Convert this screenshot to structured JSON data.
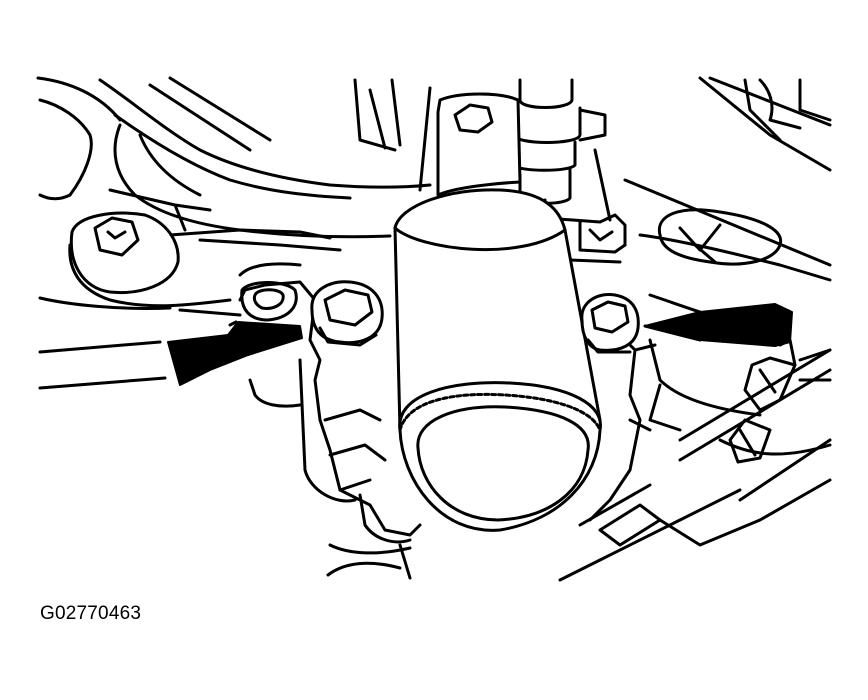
{
  "figure": {
    "id_label": "G02770463"
  },
  "colors": {
    "line": "#000000",
    "fill": "#ffffff",
    "arrow": "#000000"
  },
  "parts": [
    "bolt-left",
    "bolt-right",
    "bolt-upper-left",
    "hex-plug-top",
    "coolant-outlet-neck",
    "outlet-housing"
  ],
  "callouts": [
    {
      "name": "arrow-left",
      "points_to": "bolt-left"
    },
    {
      "name": "arrow-right",
      "points_to": "bolt-right"
    }
  ]
}
